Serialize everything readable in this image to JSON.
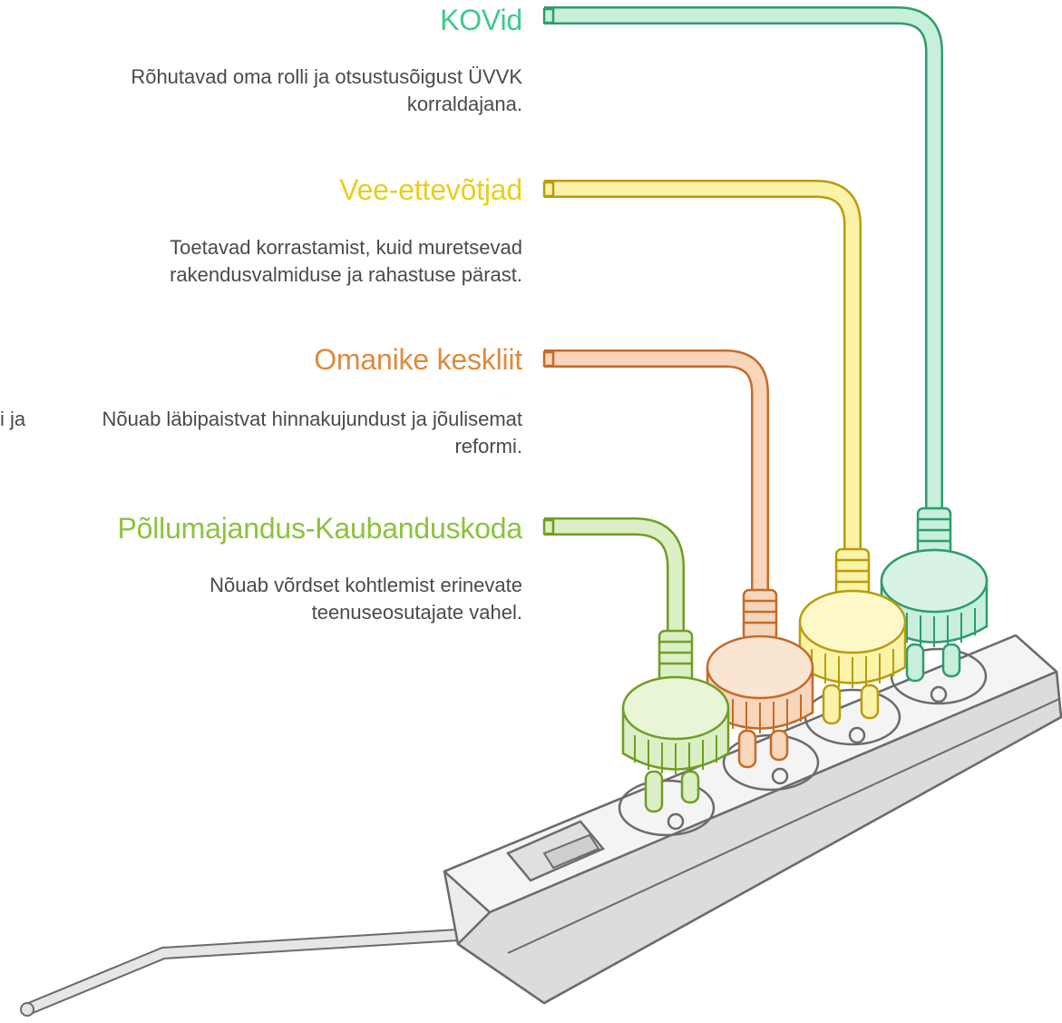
{
  "colors": {
    "kovid": "#3ec98e",
    "vee": "#e6cf1e",
    "omanike": "#e08a3c",
    "pollu": "#8cc23c",
    "text": "#4a4a4a",
    "outline": "#6b6b6b",
    "strip_fill": "#e6e6e6"
  },
  "stakeholders": [
    {
      "title": "KOVid",
      "description": "Rõhutavad oma rolli ja otsustusõigust ÜVVK korraldajana.",
      "color": "#3ec98e",
      "icon": "power-plug-icon"
    },
    {
      "title": "Vee-ettevõtjad",
      "description": "Toetavad korrastamist, kuid muretsevad rakendusvalmiduse ja rahastuse pärast.",
      "color": "#e6cf1e",
      "icon": "power-plug-icon"
    },
    {
      "title": "Omanike keskliit",
      "description": "Nõuab läbipaistvat hinnakujundust ja jõulisemat reformi.",
      "color": "#e08a3c",
      "icon": "power-plug-icon"
    },
    {
      "title": "Põllumajandus-Kaubanduskoda",
      "description": "Nõuab võrdset kohtlemist erinevate teenuseosutajate vahel.",
      "color": "#8cc23c",
      "icon": "power-plug-icon"
    }
  ],
  "clipped_text": "i ja",
  "illustration": {
    "icon": "power-strip-icon",
    "switch_icon": "switch-icon"
  }
}
